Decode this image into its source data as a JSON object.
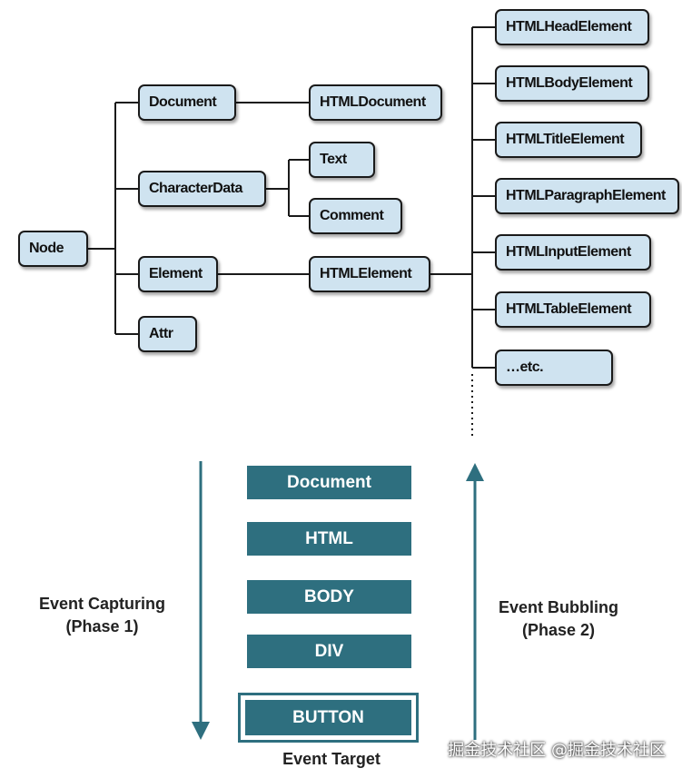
{
  "tree": {
    "root": "Node",
    "level1": [
      "Document",
      "CharacterData",
      "Element",
      "Attr"
    ],
    "level2": [
      "HTMLDocument",
      "Text",
      "Comment",
      "HTMLElement"
    ],
    "level3": [
      "HTMLHeadElement",
      "HTMLBodyElement",
      "HTMLTitleElement",
      "HTMLParagraphElement",
      "HTMLInputElement",
      "HTMLTableElement",
      "…etc."
    ]
  },
  "event_flow": {
    "layers": [
      "Document",
      "HTML",
      "BODY",
      "DIV"
    ],
    "target": "BUTTON",
    "target_label": "Event Target",
    "capturing": [
      "Event Capturing",
      "(Phase 1)"
    ],
    "bubbling": [
      "Event Bubbling",
      "(Phase 2)"
    ]
  },
  "watermark": "掘金技术社区 @掘金技术社区",
  "colors": {
    "node_fill": "#cfe3f0",
    "node_border": "#1a1a1a",
    "phase_fill": "#2e6f7f",
    "arrow": "#2e6f7f"
  }
}
